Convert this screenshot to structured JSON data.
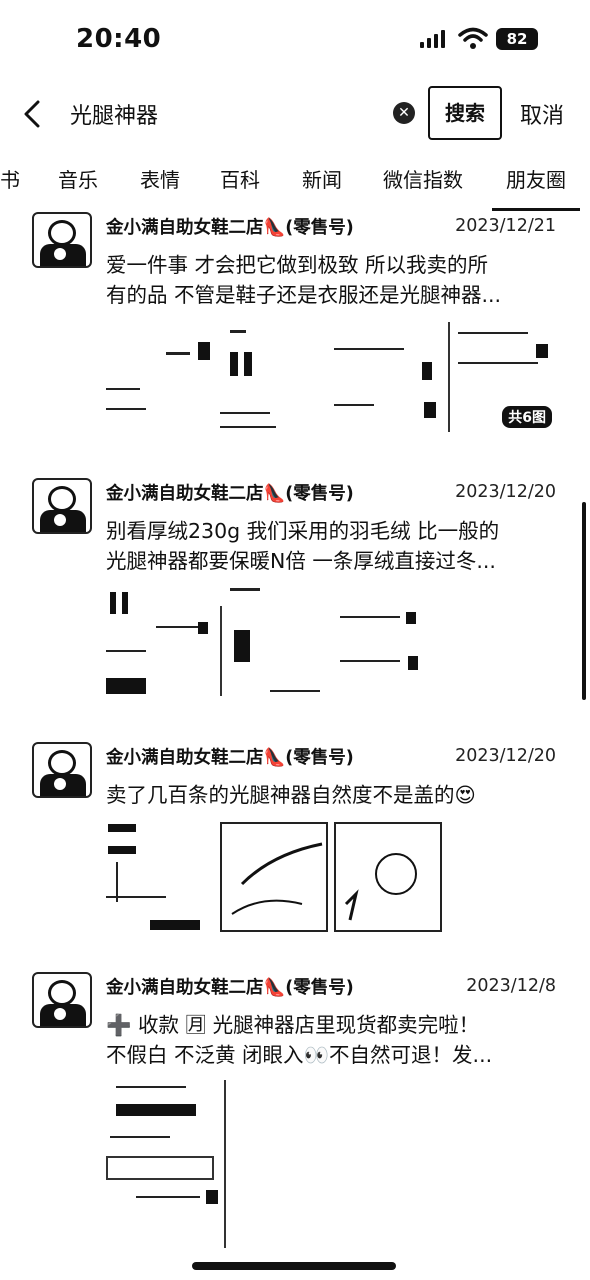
{
  "status_bar": {
    "time": "20:40",
    "battery": "82"
  },
  "search": {
    "query": "光腿神器",
    "search_button": "搜索",
    "cancel": "取消"
  },
  "tabs": [
    {
      "label": "书"
    },
    {
      "label": "音乐"
    },
    {
      "label": "表情"
    },
    {
      "label": "百科"
    },
    {
      "label": "新闻"
    },
    {
      "label": "微信指数"
    },
    {
      "label": "朋友圈",
      "active": true
    }
  ],
  "posts": [
    {
      "author": "金小满自助女鞋二店👠(零售号)",
      "date": "2023/12/21",
      "lines": [
        "爱一件事 才会把它做到极致 所以我卖的所",
        "有的品 不管是鞋子还是衣服还是光腿神器..."
      ],
      "image_count": "共6图"
    },
    {
      "author": "金小满自助女鞋二店👠(零售号)",
      "date": "2023/12/20",
      "lines": [
        "别看厚绒230g 我们采用的羽毛绒 比一般的",
        "光腿神器都要保暖N倍 一条厚绒直接过冬..."
      ]
    },
    {
      "author": "金小满自助女鞋二店👠(零售号)",
      "date": "2023/12/20",
      "lines": [
        "卖了几百条的光腿神器自然度不是盖的😍"
      ]
    },
    {
      "author": "金小满自助女鞋二店👠(零售号)",
      "date": "2023/12/8",
      "lines": [
        "➕ 收款 🈷 光腿神器店里现货都卖完啦！",
        "不假白 不泛黄 闭眼入👀不自然可退！发..."
      ]
    }
  ]
}
